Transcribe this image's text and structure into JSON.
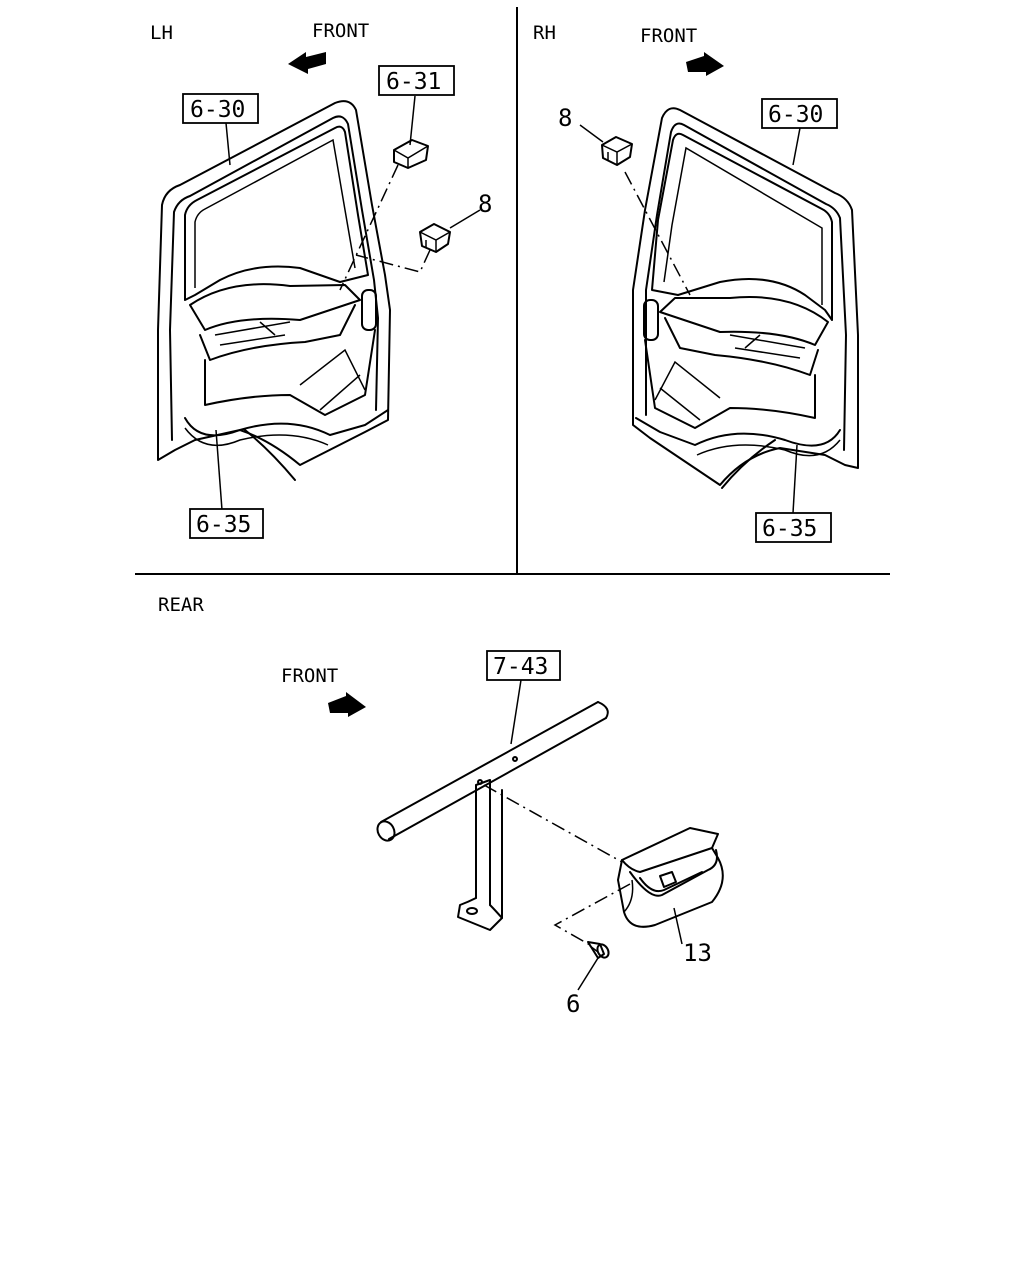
{
  "sections": {
    "lh": "LH",
    "rh": "RH",
    "rear": "REAR"
  },
  "direction_label": "FRONT",
  "lh_refs": {
    "door_trim": "6-30",
    "door_part": "6-31",
    "door_lower": "6-35",
    "clip": "8"
  },
  "rh_refs": {
    "clip": "8",
    "door_trim": "6-30",
    "door_lower": "6-35"
  },
  "rear_refs": {
    "frame": "7-43",
    "lamp": "13",
    "screw": "6"
  },
  "icons": [
    "front-arrow-icon"
  ]
}
